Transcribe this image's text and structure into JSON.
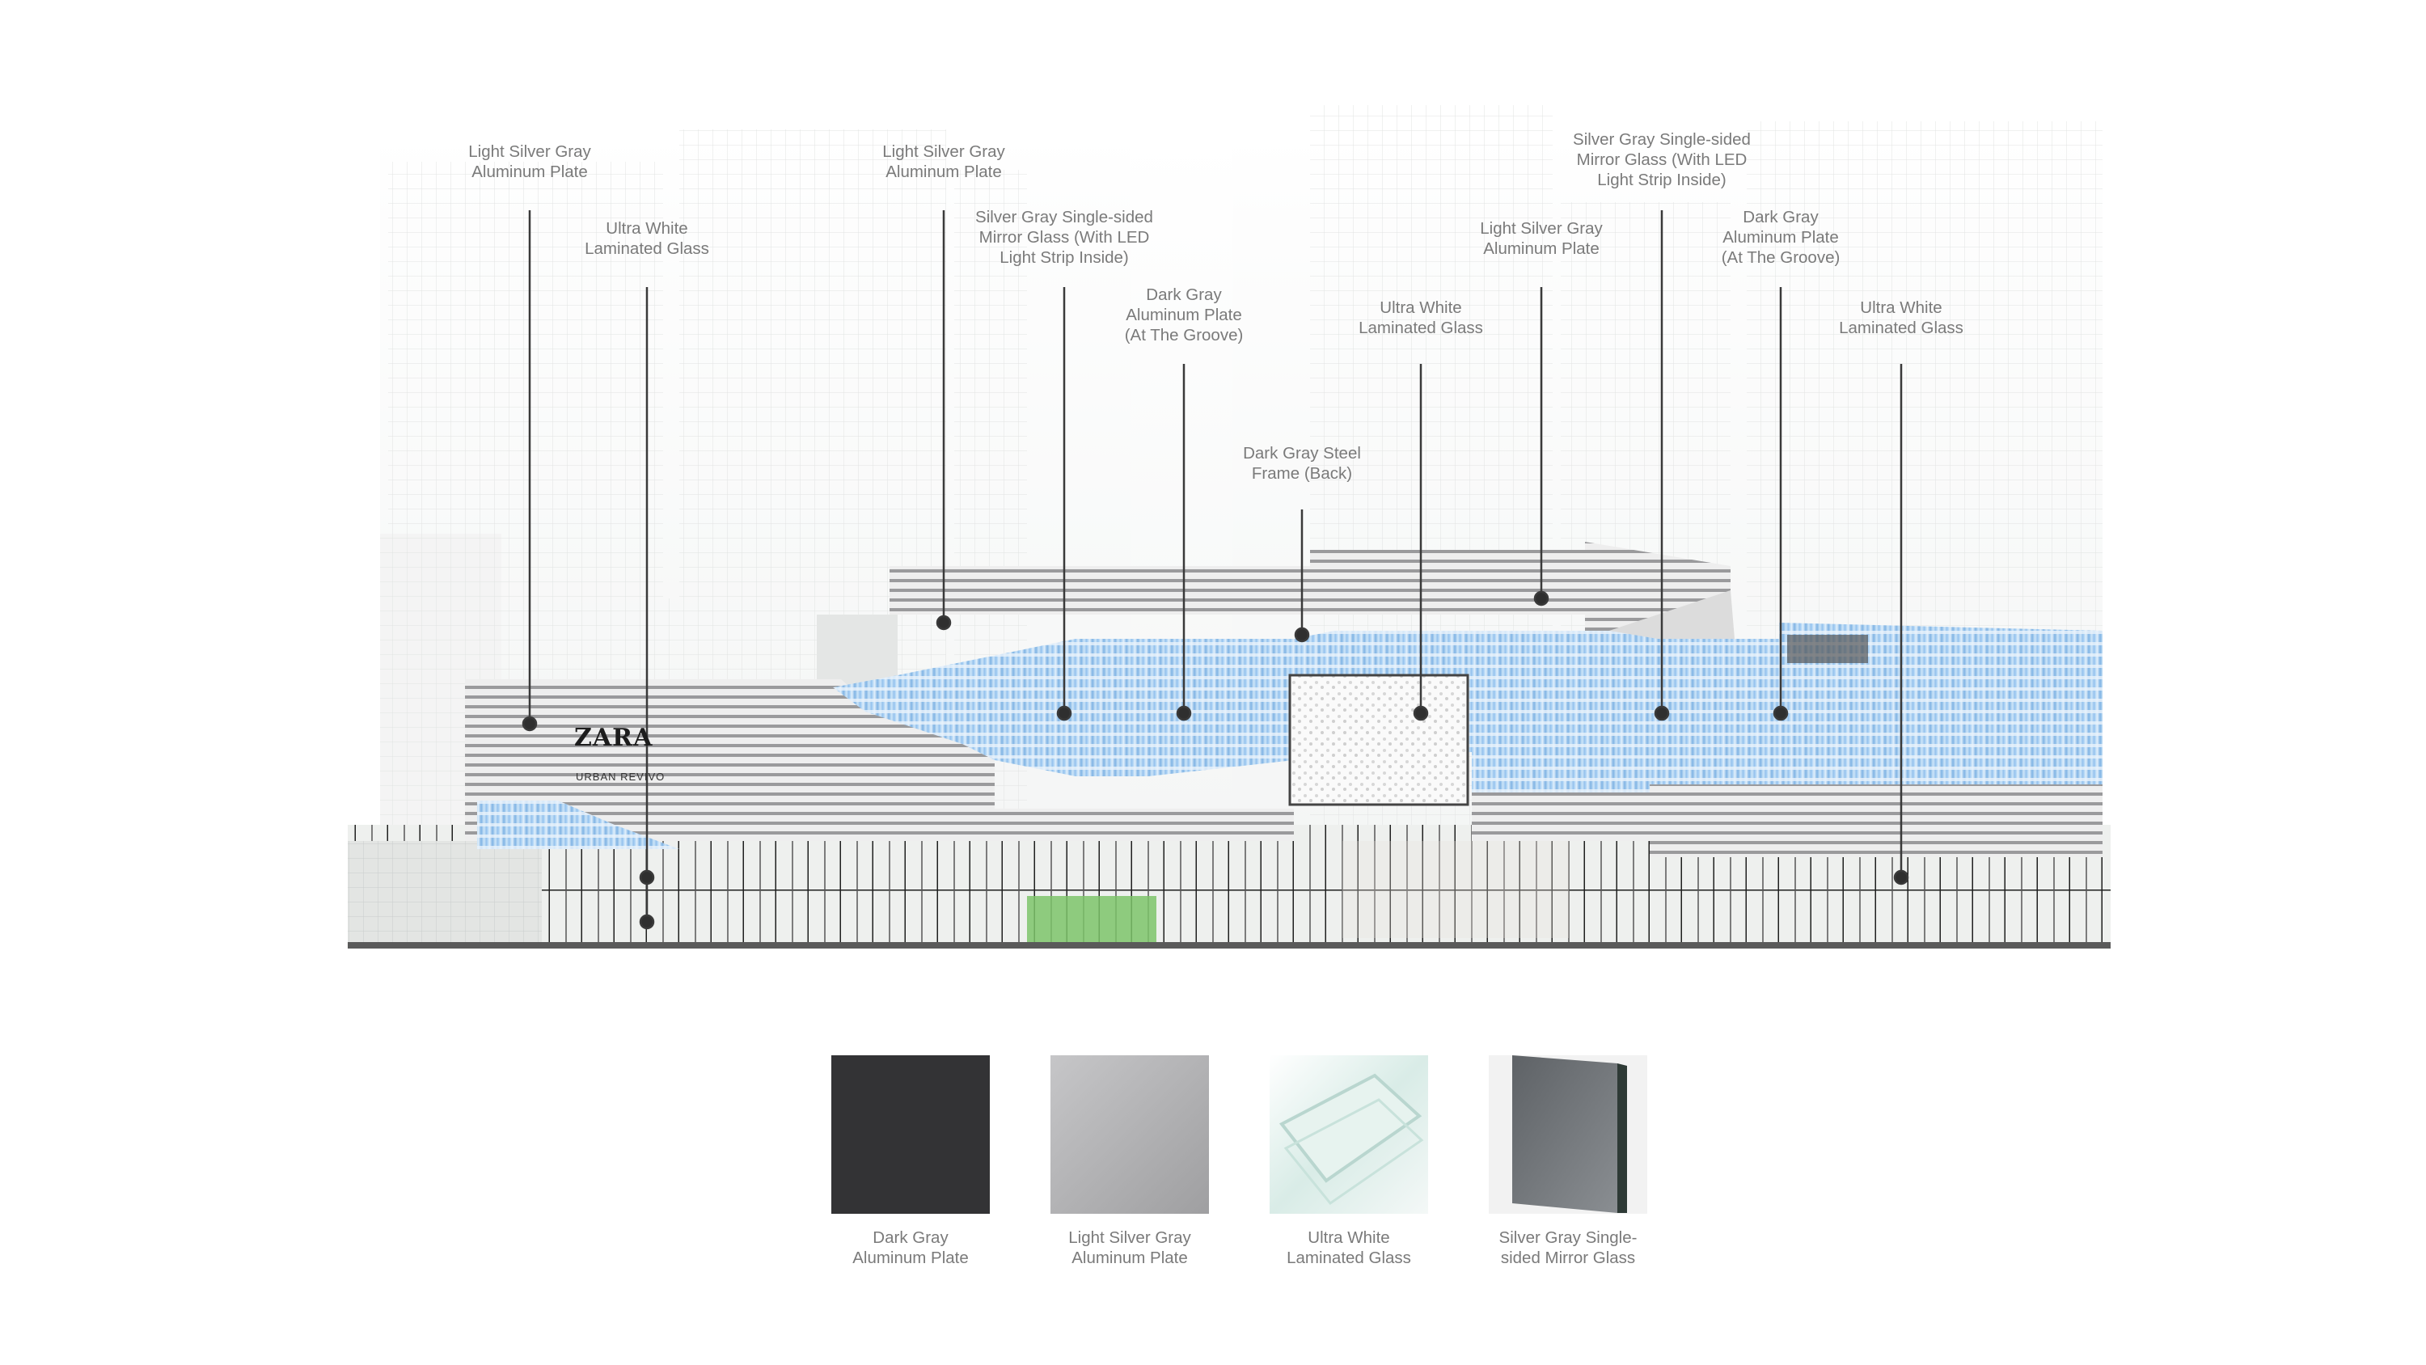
{
  "callouts": [
    {
      "id": "c1",
      "text": "Light Silver Gray\nAluminum Plate"
    },
    {
      "id": "c2",
      "text": "Ultra White\nLaminated Glass"
    },
    {
      "id": "c3",
      "text": "Light Silver Gray\nAluminum Plate"
    },
    {
      "id": "c4",
      "text": "Silver Gray Single-sided\nMirror Glass (With LED\nLight Strip Inside)"
    },
    {
      "id": "c5",
      "text": "Dark Gray\nAluminum Plate\n(At The Groove)"
    },
    {
      "id": "c6",
      "text": "Dark Gray Steel\nFrame (Back)"
    },
    {
      "id": "c7",
      "text": "Ultra White\nLaminated Glass"
    },
    {
      "id": "c8",
      "text": "Light Silver Gray\nAluminum Plate"
    },
    {
      "id": "c9",
      "text": "Silver Gray Single-sided\nMirror Glass (With LED\nLight Strip Inside)"
    },
    {
      "id": "c10",
      "text": "Dark Gray\nAluminum Plate\n(At The Groove)"
    },
    {
      "id": "c11",
      "text": "Ultra White\nLaminated Glass"
    }
  ],
  "signage": {
    "brand": "ZARA",
    "sub_brand": "URBAN REVIVO"
  },
  "materials": [
    {
      "name": "Dark Gray\nAluminum Plate",
      "color": "#333335"
    },
    {
      "name": "Light Silver Gray\nAluminum Plate",
      "color": "#b3b3b5"
    },
    {
      "name": "Ultra White\nLaminated Glass",
      "color": "#eef2f1"
    },
    {
      "name": "Silver Gray Single-\nsided Mirror Glass",
      "color": "#74787c"
    }
  ],
  "colors": {
    "label_text": "#7a7a7a",
    "leader_line": "#3a3a3a",
    "mirror_glass": "#7fb3e4",
    "aluminum": "#d4d4d6"
  }
}
